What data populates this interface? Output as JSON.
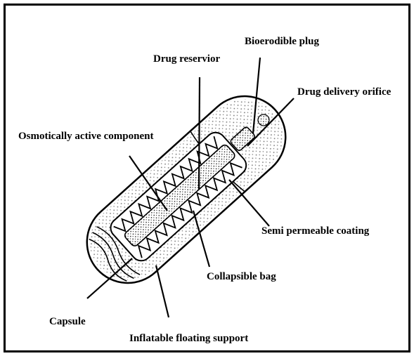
{
  "labels": {
    "bioerodible_plug": "Bioerodible plug",
    "drug_reservoir": "Drug reservior",
    "drug_delivery_orifice": "Drug delivery orifice",
    "osmotically_active_component": "Osmotically active component",
    "semi_permeable_coating": "Semi permeable coating",
    "collapsible_bag": "Collapsible bag",
    "capsule": "Capsule",
    "inflatable_floating_support": "Inflatable floating support"
  }
}
